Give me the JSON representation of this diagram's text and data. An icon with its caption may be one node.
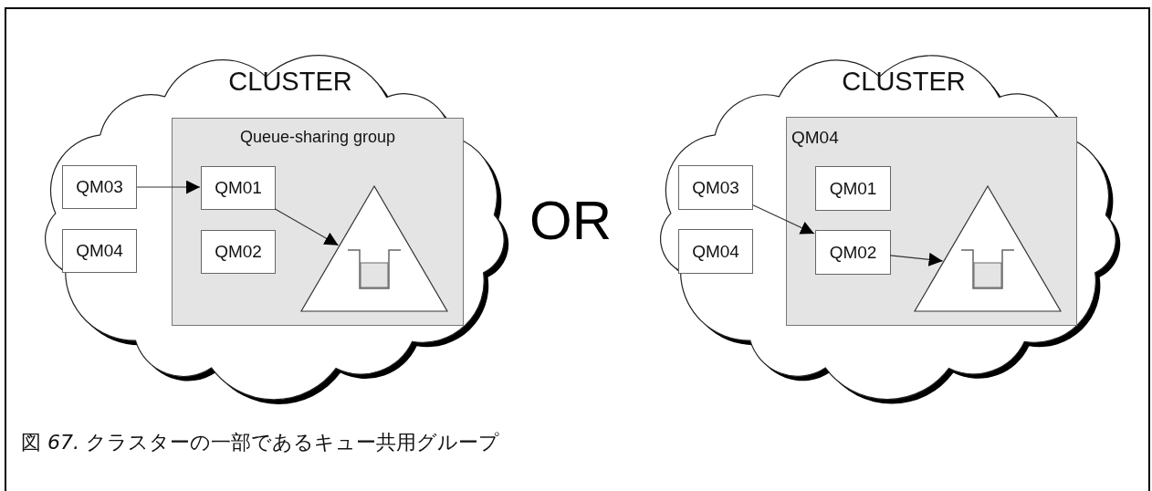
{
  "diagram": {
    "nodes": [
      {
        "text": [
          "CLUSTER"
        ]
      },
      {
        "text": [
          "Queue-sharing group"
        ],
        "in": 0
      },
      {
        "text": [
          "QM03"
        ],
        "in": 0
      },
      {
        "text": [
          "QM04"
        ],
        "in": 0
      },
      {
        "text": [
          "QM01"
        ],
        "in": 1
      },
      {
        "text": [
          "QM02"
        ],
        "in": 1
      },
      {
        "text": [],
        "shape": "triangle",
        "in": 1
      },
      {
        "text": [
          "CLUSTER"
        ]
      },
      {
        "text": [
          "QM04"
        ],
        "in": 7
      },
      {
        "text": [
          "QM03"
        ],
        "in": 7
      },
      {
        "text": [
          "QM04"
        ],
        "in": 7
      },
      {
        "text": [
          "QM01"
        ],
        "in": 8
      },
      {
        "text": [
          "QM02"
        ],
        "in": 8
      },
      {
        "text": [],
        "shape": "triangle",
        "in": 8
      }
    ],
    "edges": [
      {
        "from": 2,
        "to": 4,
        "arrow": "to"
      },
      {
        "from": 4,
        "to": 6,
        "arrow": "to"
      },
      {
        "from": 9,
        "to": 12,
        "arrow": "to"
      },
      {
        "from": 12,
        "to": 13,
        "arrow": "to"
      }
    ],
    "labels": [
      "OR"
    ],
    "caption": "図 *67.* クラスターの一部であるキュー共用グループ"
  }
}
